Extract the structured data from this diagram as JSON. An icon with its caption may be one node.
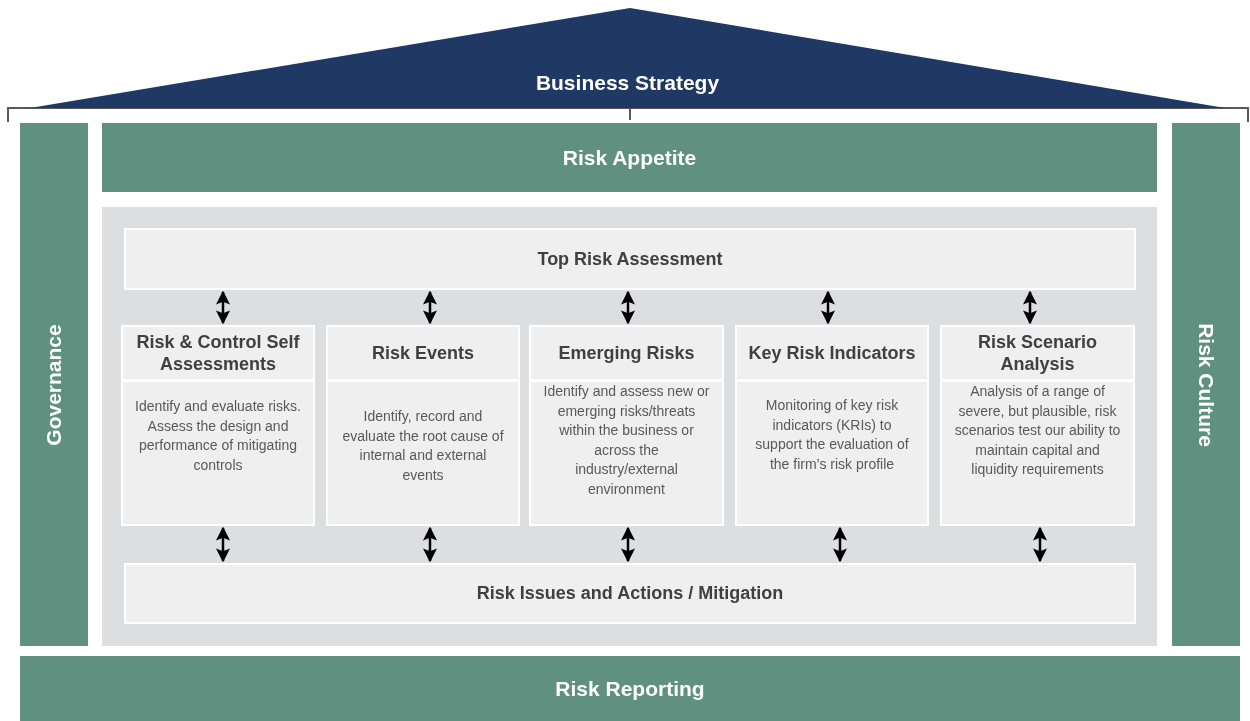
{
  "diagram": {
    "nodes": [
      {
        "text": [
          "Business Strategy"
        ]
      },
      {
        "text": [
          "Risk Appetite"
        ]
      },
      {
        "text": [
          "Governance"
        ]
      },
      {
        "text": [],
        "shape": "box"
      },
      {
        "text": [
          "Top Risk Assessment"
        ],
        "in": 3
      },
      {
        "text": [
          "Risk & Control Self Assessments",
          "Identify and evaluate risks. Assess the design and performance of mitigating controls"
        ],
        "in": 3
      },
      {
        "text": [
          "Risk Events",
          "Identify, record and evaluate the root cause of internal and external events"
        ],
        "in": 3
      },
      {
        "text": [
          "Emerging Risks",
          "Identify and assess new or emerging risks/threats within the business or across the industry/external environment"
        ],
        "in": 3
      },
      {
        "text": [
          "Key Risk Indicators",
          "Monitoring of key risk indicators (KRIs) to support the evaluation of the firm’s risk profile"
        ],
        "in": 3
      },
      {
        "text": [
          "Risk Scenario Analysis",
          "Analysis of a range of severe, but plausible, risk scenarios test our ability to maintain capital and liquidity requirements"
        ],
        "in": 3
      },
      {
        "text": [
          "Risk Issues and Actions / Mitigation"
        ],
        "in": 3
      },
      {
        "text": [
          "Risk Culture"
        ]
      },
      {
        "text": [
          "Risk Reporting"
        ]
      }
    ],
    "edges": [
      {
        "from": 4,
        "to": 5,
        "arrow": "both"
      },
      {
        "from": 4,
        "to": 6,
        "arrow": "both"
      },
      {
        "from": 4,
        "to": 7,
        "arrow": "both"
      },
      {
        "from": 4,
        "to": 8,
        "arrow": "both"
      },
      {
        "from": 4,
        "to": 9,
        "arrow": "both"
      },
      {
        "from": 5,
        "to": 10,
        "arrow": "both"
      },
      {
        "from": 6,
        "to": 10,
        "arrow": "both"
      },
      {
        "from": 7,
        "to": 10,
        "arrow": "both"
      },
      {
        "from": 8,
        "to": 10,
        "arrow": "both"
      },
      {
        "from": 9,
        "to": 10,
        "arrow": "both"
      }
    ]
  }
}
